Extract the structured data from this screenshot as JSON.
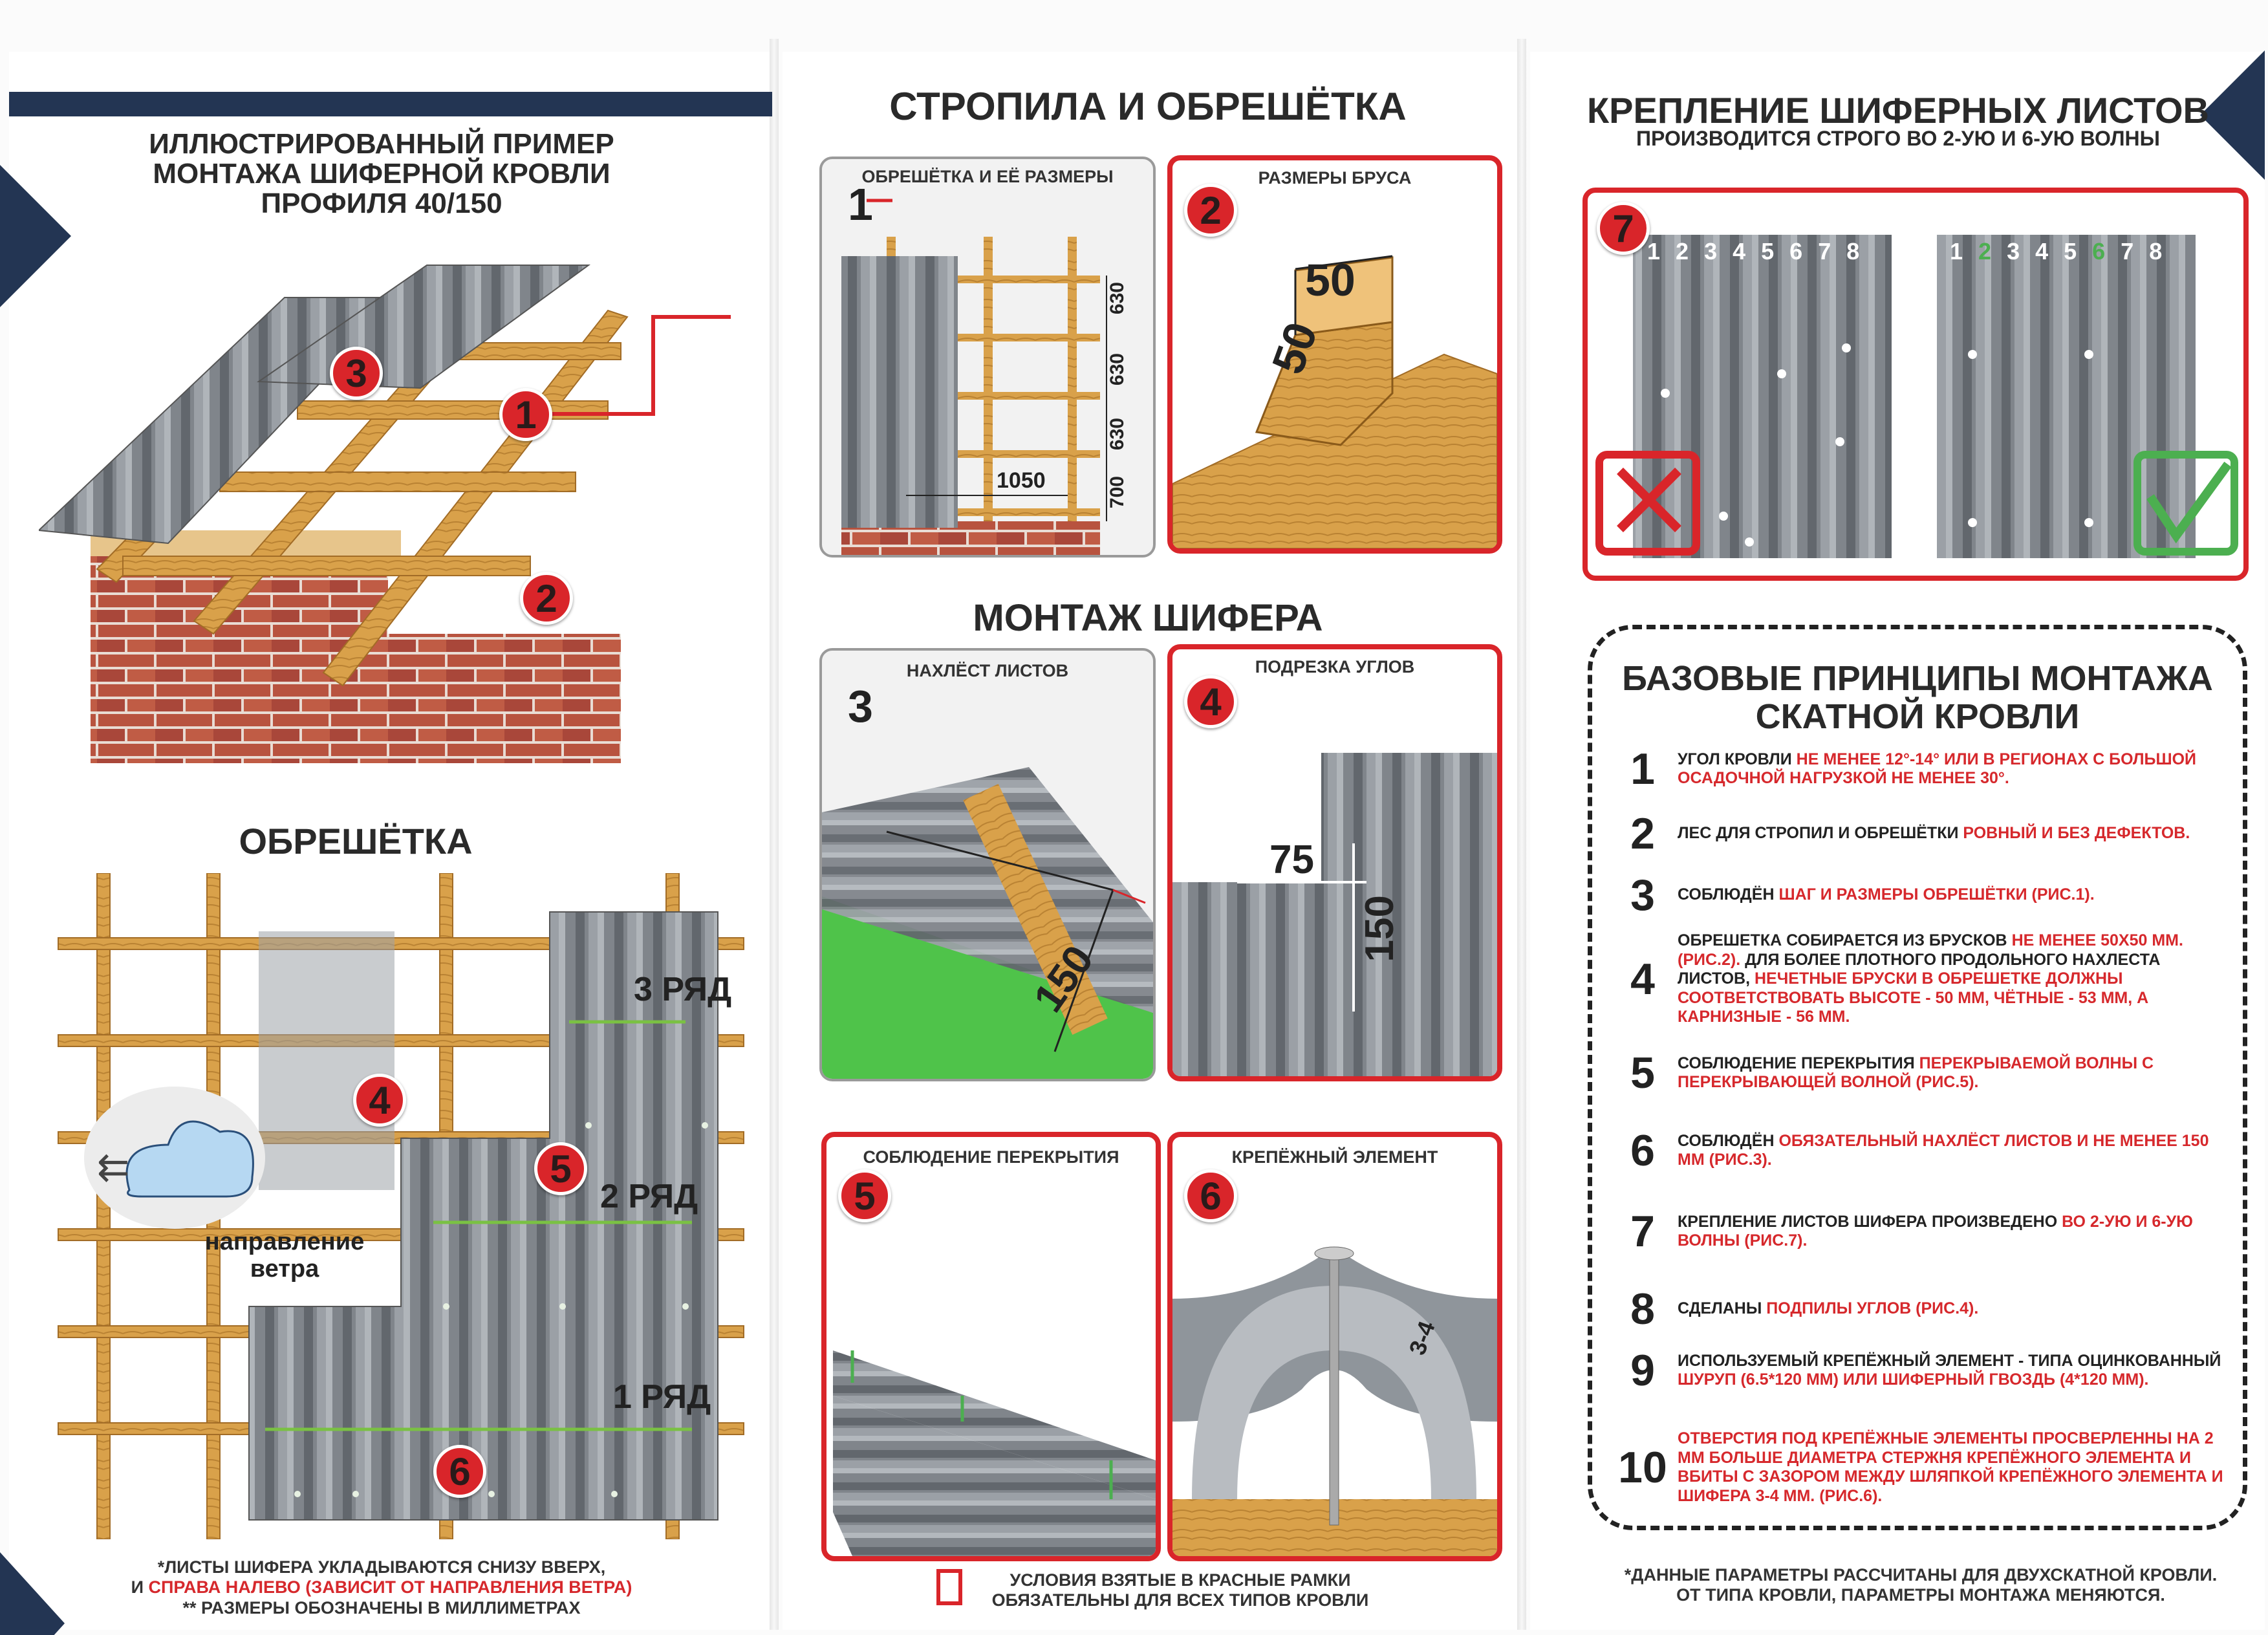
{
  "left": {
    "title": "ИЛЛЮСТРИРОВАННЫЙ ПРИМЕР МОНТАЖА ШИФЕРНОЙ КРОВЛИ ПРОФИЛЯ 40/150",
    "hero_badges": [
      "3",
      "1",
      "2"
    ],
    "obreshetka_title": "ОБРЕШЁТКА",
    "rows": [
      "3 РЯД",
      "2 РЯД",
      "1 РЯД"
    ],
    "badges": [
      "4",
      "5",
      "6"
    ],
    "wind_label": "направление ветра",
    "note1_a": "*ЛИСТЫ ШИФЕРА УКЛАДЫВАЮТСЯ СНИЗУ ВВЕРХ,",
    "note1_b": "И ",
    "note1_red": "СПРАВА НАЛЕВО (ЗАВИСИТ ОТ НАПРАВЛЕНИЯ ВЕТРА)",
    "note2": "** РАЗМЕРЫ ОБОЗНАЧЕНЫ В МИЛЛИМЕТРАХ"
  },
  "middle": {
    "title_top": "СТРОПИЛА И ОБРЕШЁТКА",
    "card1": {
      "title": "ОБРЕШЁТКА И ЕЁ РАЗМЕРЫ",
      "num": "1",
      "dims": [
        "630",
        "630",
        "630",
        "700"
      ],
      "width_dim": "1050"
    },
    "card2": {
      "title": "РАЗМЕРЫ БРУСА",
      "num": "2",
      "dims": [
        "50",
        "50"
      ]
    },
    "title_mid": "МОНТАЖ ШИФЕРА",
    "card3": {
      "title": "НАХЛЁСТ ЛИСТОВ",
      "num": "3",
      "dim": "150"
    },
    "card4": {
      "title": "ПОДРЕЗКА УГЛОВ",
      "num": "4",
      "dims": [
        "75",
        "150"
      ]
    },
    "card5": {
      "title": "СОБЛЮДЕНИЕ ПЕРЕКРЫТИЯ",
      "num": "5"
    },
    "card6": {
      "title": "КРЕПЁЖНЫЙ ЭЛЕМЕНТ",
      "num": "6",
      "dim": "3-4"
    },
    "legend": "УСЛОВИЯ ВЗЯТЫЕ В КРАСНЫЕ РАМКИ ОБЯЗАТЕЛЬНЫ ДЛЯ ВСЕХ ТИПОВ КРОВЛИ"
  },
  "right": {
    "title": "КРЕПЛЕНИЕ ШИФЕРНЫХ ЛИСТОВ",
    "subtitle": "ПРОИЗВОДИТСЯ СТРОГО ВО 2-УЮ И 6-УЮ ВОЛНЫ",
    "card7_num": "7",
    "wave_numbers": [
      "1",
      "2",
      "3",
      "4",
      "5",
      "6",
      "7",
      "8"
    ],
    "principles_title": "БАЗОВЫЕ ПРИНЦИПЫ МОНТАЖА СКАТНОЙ КРОВЛИ",
    "principles": [
      {
        "n": "1",
        "a": "УГОЛ КРОВЛИ ",
        "r": "НЕ МЕНЕЕ 12°-14° или В РЕГИОНАХ С БОЛЬШОЙ ОСАДОЧНОЙ НАГРУЗКОЙ НЕ МЕНЕЕ 30°.",
        "b": ""
      },
      {
        "n": "2",
        "a": "ЛЕС ДЛЯ СТРОПИЛ И ОБРЕШЁТКИ ",
        "r": "РОВНЫЙ И БЕЗ ДЕФЕКТОВ.",
        "b": ""
      },
      {
        "n": "3",
        "a": "СОБЛЮДЁН ",
        "r": "ШАГ И РАЗМЕРЫ ОБРЕШЁТКИ (РИС.1).",
        "b": ""
      },
      {
        "n": "4",
        "a": "ОБРЕШЕТКА СОБИРАЕТСЯ ИЗ БРУСКОВ ",
        "r": "НЕ МЕНЕЕ 50Х50 ММ. (РИС.2).",
        "b": " ДЛЯ БОЛЕЕ ПЛОТНОГО ПРОДОЛЬНОГО НАХЛЕСТА ЛИСТОВ, ",
        "r2": "НЕЧЕТНЫЕ БРУСКИ В ОБРЕШЕТКЕ ДОЛЖНЫ СООТВЕТСТВОВАТЬ ВЫСОТЕ - 50 ММ, ЧЁТНЫЕ - 53 ММ, А КАРНИЗНЫЕ - 56 ММ."
      },
      {
        "n": "5",
        "a": "СОБЛЮДЕНИЕ ПЕРЕКРЫТИЯ ",
        "r": "ПЕРЕКРЫВАЕМОЙ ВОЛНЫ С ПЕРЕКРЫВАЮЩЕЙ ВОЛНОЙ (РИС.5).",
        "b": ""
      },
      {
        "n": "6",
        "a": "СОБЛЮДЁН ",
        "r": "ОБЯЗАТЕЛЬНЫЙ НАХЛЁСТ ЛИСТОВ И НЕ МЕНЕЕ 150 ММ (РИС.3).",
        "b": ""
      },
      {
        "n": "7",
        "a": "КРЕПЛЕНИЕ ЛИСТОВ ШИФЕРА ПРОИЗВЕДЕНО ",
        "r": "ВО 2-УЮ И 6-УЮ ВОЛНЫ (РИС.7).",
        "b": ""
      },
      {
        "n": "8",
        "a": "СДЕЛАНЫ ",
        "r": "ПОДПИЛЫ УГЛОВ (РИС.4).",
        "b": ""
      },
      {
        "n": "9",
        "a": "ИСПОЛЬЗУЕМЫЙ КРЕПЁЖНЫЙ ЭЛЕМЕНТ - ТИПА ОЦИНКОВАННЫЙ ",
        "r": "ШУРУП (6.5*120 ММ) ИЛИ ШИФЕРНЫЙ ГВОЗДЬ (4*120 ММ).",
        "b": ""
      },
      {
        "n": "10",
        "a": "",
        "r": "ОТВЕРСТИЯ ПОД КРЕПЁЖНЫЕ ЭЛЕМЕНТЫ ПРОСВЕРЛЕННЫ НА 2 ММ БОЛЬШЕ ДИАМЕТРА СТЕРЖНЯ КРЕПЁЖНОГО ЭЛЕМЕНТА И ВБИТЫ С ЗАЗОРОМ МЕЖДУ ШЛЯПКОЙ КРЕПЁЖНОГО ЭЛЕМЕНТА И ШИФЕРА 3-4 ММ. (РИС.6).",
        "b": ""
      }
    ],
    "footnote": "*ДАННЫЕ ПАРАМЕТРЫ РАССЧИТАНЫ ДЛЯ ДВУХСКАТНОЙ КРОВЛИ. ОТ ТИПА КРОВЛИ, ПАРАМЕТРЫ МОНТАЖА МЕНЯЮТСЯ."
  },
  "colors": {
    "accent_red": "#d9252a",
    "navy": "#233553",
    "slate": "#7d8187",
    "wood": "#d9a14a",
    "green_check": "#4caf50"
  }
}
